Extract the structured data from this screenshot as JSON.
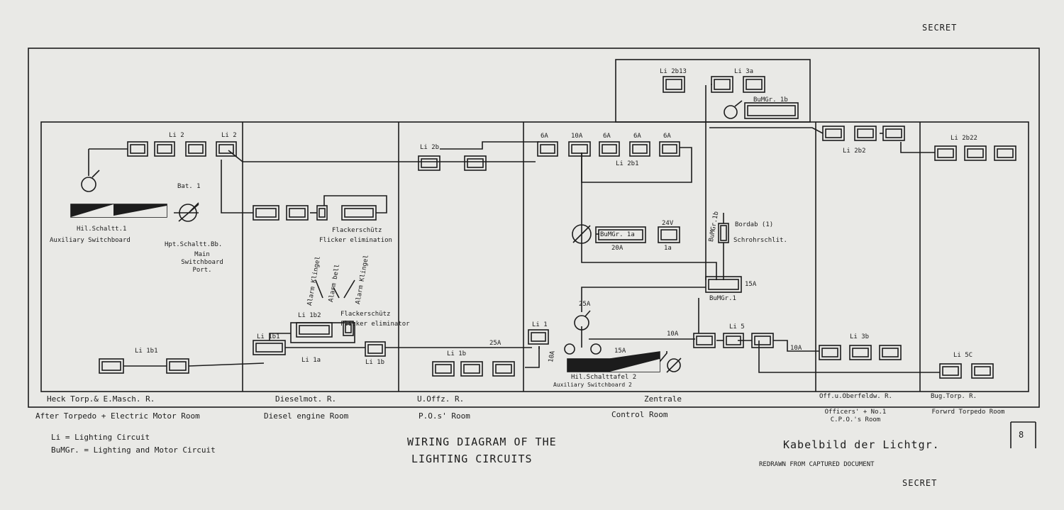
{
  "secret_top": "SECRET",
  "secret_bottom": "SECRET",
  "page_number": "8",
  "title_line1": "WIRING DIAGRAM OF THE",
  "title_line2": "LIGHTING  CIRCUITS",
  "german_title": "Kabelbild der Lichtgr.",
  "redrawn_note": "REDRAWN FROM CAPTURED DOCUMENT",
  "legend": {
    "li": "Li = Lighting Circuit",
    "buhgr": "BuMGr. = Lighting and Motor Circuit"
  },
  "rooms": [
    {
      "german": "Heck Torp.& E.Masch. R.",
      "english": "After Torpedo + Electric Motor Room"
    },
    {
      "german": "Dieselmot. R.",
      "english": "Diesel engine Room"
    },
    {
      "german": "U.Offz. R.",
      "english": "P.O.s' Room"
    },
    {
      "german": "Zentrale",
      "english": "Control Room"
    },
    {
      "german": "Off.u.Oberfeldw. R.",
      "english": "Officers' + No.1 C.P.O.'s Room"
    },
    {
      "german": "Bug.Torp. R.",
      "english": "Forwrd Torpedo Room"
    }
  ],
  "labels": {
    "li2_a": "Li 2",
    "li2_b": "Li 2",
    "bat1": "Bat. 1",
    "hil_schaltt": "Hil.Schaltt.1",
    "aux_switchboard": "Auxiliary Switchboard",
    "hpt_schaltt": "Hpt.Schaltt.Bb.",
    "main_switchboard": "Main Switchboard Port.",
    "flackerschutz_1": "Flackerschütz",
    "flicker_elim_1": "Flicker elimination",
    "alarm_klingel_1": "Alarm Klingel",
    "alarm_bell": "Alarm bell",
    "alarm_klingel_2": "Alarm Klingel",
    "li1b2": "Li 1b2",
    "flackerschutz_2": "Flackerschütz",
    "flicker_elim_2": "Flicker eliminator",
    "li1b1": "Li 1b1",
    "li1a": "Li 1a",
    "li1b": "Li 1b",
    "li181": "Li 1b1",
    "li2b": "Li 2b",
    "li1b_offz": "Li 1b",
    "a25_1": "25A",
    "li1": "Li 1",
    "a10_1": "10A",
    "a6_1": "6A",
    "a10_2": "10A",
    "a6_2": "6A",
    "a6_3": "6A",
    "a6_4": "6A",
    "li2b1": "Li 2b1",
    "li2b13": "Li 2b13",
    "li3a": "Li 3a",
    "bumgr1b_box": "BuMGr. 1b",
    "bumgr1b_vert": "BuMGr.1b",
    "bordab": "Bordab (1)",
    "schrohr": "Schrohrschlit.",
    "bumgr1a": "BuMGr. 1a",
    "a24v": "24V",
    "a20": "20A",
    "one_a": "1a",
    "a15_1": "15A",
    "bumgr1": "BuMGr.1",
    "a25_2": "25A",
    "a15_2": "15A",
    "hil_schalttafel": "Hil.Schalttafel 2",
    "aux_switchboard_2": "Auxiliary Switchboard 2",
    "a10_3": "10A",
    "li5": "Li 5",
    "a10_4": "10A",
    "li3b": "Li 3b",
    "li2b2": "Li 2b2",
    "li2b22": "Li 2b22",
    "li5c": "Li 5C"
  }
}
